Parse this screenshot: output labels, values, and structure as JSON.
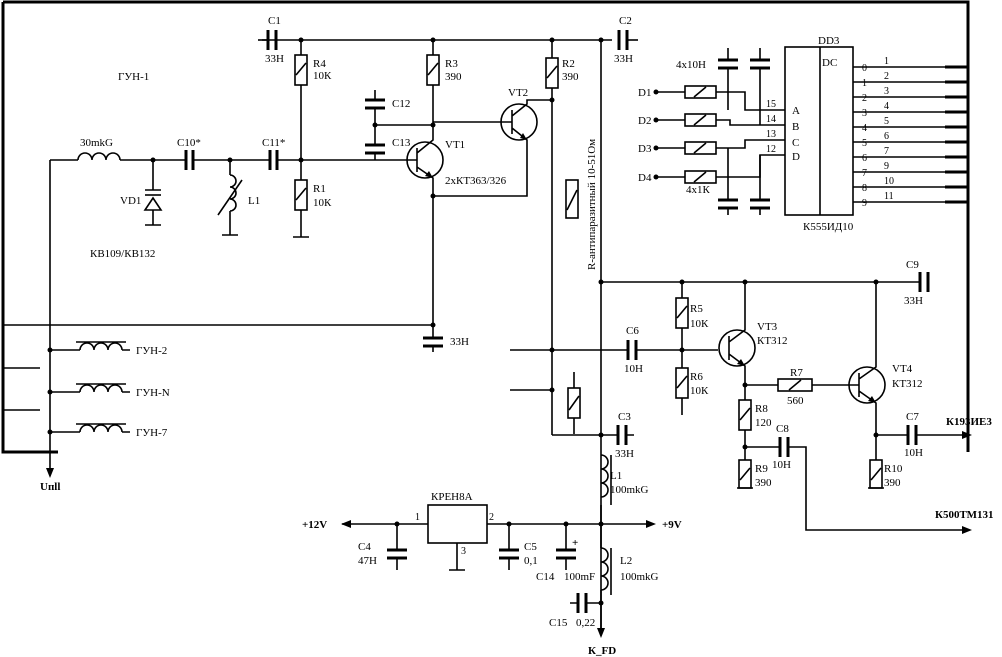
{
  "title": "ГУН-1",
  "components": {
    "c1": {
      "ref": "C1",
      "value": "33Н"
    },
    "c2": {
      "ref": "C2",
      "value": "33Н"
    },
    "r4": {
      "ref": "R4",
      "value": "10К"
    },
    "r3": {
      "ref": "R3",
      "value": "390"
    },
    "r2": {
      "ref": "R2",
      "value": "390"
    },
    "r1": {
      "ref": "R1",
      "value": "10К"
    },
    "c12": {
      "ref": "C12"
    },
    "c13": {
      "ref": "C13"
    },
    "vt1": {
      "ref": "VT1"
    },
    "vt2": {
      "ref": "VT2"
    },
    "vt12_type": "2хКТ363/326",
    "inductor_main": {
      "value": "30mkG"
    },
    "c10": {
      "ref": "C10*"
    },
    "c11": {
      "ref": "C11*"
    },
    "vd1": {
      "ref": "VD1",
      "type": "КВ109/КВ132"
    },
    "l1_tank": {
      "ref": "L1"
    },
    "c_bottom": {
      "value": "33Н"
    },
    "r_parasitic": "R-антипаразитный 10-51Ом",
    "dd3": {
      "ref": "DD3",
      "type": "К555ИД10",
      "dc": "DC",
      "inputs_label_pins": [
        "15",
        "14",
        "13",
        "12"
      ],
      "input_letters": [
        "A",
        "B",
        "C",
        "D"
      ],
      "outputs": [
        "0",
        "1",
        "2",
        "3",
        "4",
        "5",
        "6",
        "7",
        "8",
        "9"
      ],
      "output_pins": [
        "1",
        "2",
        "3",
        "4",
        "5",
        "6",
        "7",
        "9",
        "10",
        "11"
      ]
    },
    "d_inputs": [
      "D1",
      "D2",
      "D3",
      "D4"
    ],
    "res_array": "4х1К",
    "cap_array": "4х10Н",
    "c9": {
      "ref": "C9",
      "value": "33Н"
    },
    "r5": {
      "ref": "R5",
      "value": "10К"
    },
    "r6": {
      "ref": "R6",
      "value": "10К"
    },
    "c6": {
      "ref": "C6",
      "value": "10Н"
    },
    "vt3": {
      "ref": "VT3",
      "type": "КТ312"
    },
    "vt4": {
      "ref": "VT4",
      "type": "КТ312"
    },
    "r7": {
      "ref": "R7",
      "value": "560"
    },
    "r8": {
      "ref": "R8",
      "value": "120"
    },
    "c8": {
      "ref": "C8",
      "value": "10Н"
    },
    "r9": {
      "ref": "R9",
      "value": "390"
    },
    "c7": {
      "ref": "C7",
      "value": "10Н"
    },
    "r10": {
      "ref": "R10",
      "value": "390"
    },
    "c3": {
      "ref": "C3",
      "value": "33Н"
    },
    "l1_choke": {
      "ref": "L1",
      "value": "100mkG"
    },
    "l2": {
      "ref": "L2",
      "value": "100mkG"
    },
    "kren": {
      "ref": "КРЕН8А",
      "pin1": "1",
      "pin2": "2",
      "pin3": "3"
    },
    "c4": {
      "ref": "C4",
      "value": "47Н"
    },
    "c5": {
      "ref": "C5",
      "value": "0,1"
    },
    "c14": {
      "ref": "C14",
      "value": "100mF",
      "polarity": "+"
    },
    "c15": {
      "ref": "C15",
      "value": "0,22"
    }
  },
  "labels": {
    "gun2": "ГУН-2",
    "gunN": "ГУН-N",
    "gun7": "ГУН-7",
    "upll": "Uпll",
    "plus12": "+12V",
    "plus9": "+9V",
    "kfd": "К_FD",
    "out1": "К193ИЕ3",
    "out2": "К500ТМ131"
  }
}
